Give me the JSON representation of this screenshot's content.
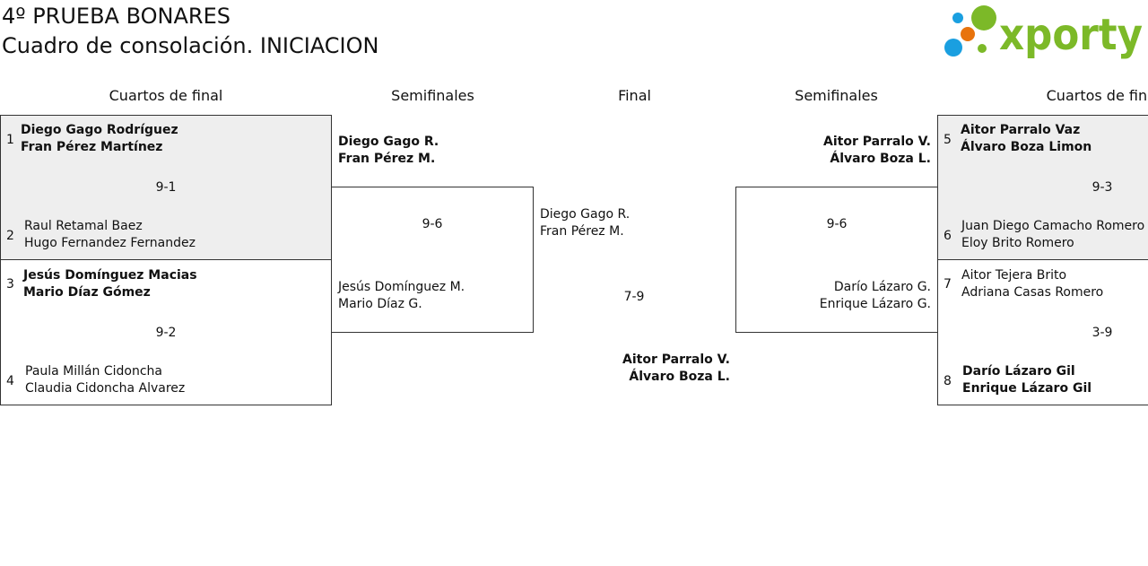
{
  "title_line1": "4º PRUEBA BONARES",
  "title_line2": "Cuadro de consolación. INICIACION",
  "logo": {
    "text": "xporty",
    "dot_colors": [
      "#1a9fe0",
      "#e8730c",
      "#7cb928"
    ]
  },
  "rounds": {
    "left_quarters": "Cuartos de final",
    "left_semis": "Semifinales",
    "final": "Final",
    "right_semis": "Semifinales",
    "right_quarters": "Cuartos de final"
  },
  "left_quarters": {
    "m1": {
      "top": {
        "seed": "1",
        "p1": "Diego Gago Rodríguez",
        "p2": "Fran Pérez Martínez"
      },
      "score": "9-1",
      "bottom": {
        "seed": "2",
        "p1": "Raul Retamal Baez",
        "p2": "Hugo Fernandez Fernandez"
      }
    },
    "m2": {
      "top": {
        "seed": "3",
        "p1": "Jesús Domínguez Macias",
        "p2": "Mario Díaz Gómez"
      },
      "score": "9-2",
      "bottom": {
        "seed": "4",
        "p1": "Paula Millán Cidoncha",
        "p2": "Claudia Cidoncha Alvarez"
      }
    }
  },
  "left_semis": {
    "top": {
      "p1": "Diego Gago R.",
      "p2": "Fran Pérez M."
    },
    "score": "9-6",
    "bottom": {
      "p1": "Jesús Domínguez M.",
      "p2": "Mario Díaz G."
    }
  },
  "final": {
    "left": {
      "p1": "Diego Gago R.",
      "p2": "Fran Pérez M."
    },
    "score": "7-9",
    "winner": {
      "p1": "Aitor Parralo V.",
      "p2": "Álvaro Boza L."
    }
  },
  "right_semis": {
    "top": {
      "p1": "Aitor Parralo V.",
      "p2": "Álvaro Boza L."
    },
    "score": "9-6",
    "bottom": {
      "p1": "Darío Lázaro G.",
      "p2": "Enrique Lázaro G."
    }
  },
  "right_quarters": {
    "m1": {
      "top": {
        "seed": "5",
        "p1": "Aitor Parralo Vaz",
        "p2": "Álvaro Boza Limon"
      },
      "score": "9-3",
      "bottom": {
        "seed": "6",
        "p1": "Juan Diego Camacho Romero",
        "p2": "Eloy Brito Romero"
      }
    },
    "m2": {
      "top": {
        "seed": "7",
        "p1": "Aitor Tejera Brito",
        "p2": "Adriana Casas Romero"
      },
      "score": "3-9",
      "bottom": {
        "seed": "8",
        "p1": "Darío Lázaro Gil",
        "p2": "Enrique Lázaro Gil"
      }
    }
  }
}
